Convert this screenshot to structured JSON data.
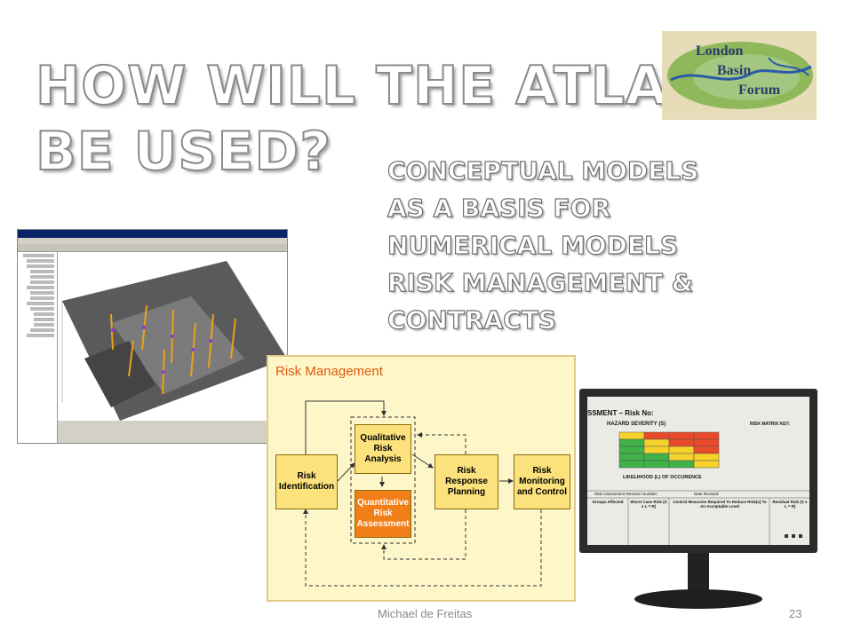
{
  "slide": {
    "title_lines": [
      "HOW WILL THE ATLAS",
      "BE USED?"
    ],
    "bullets": [
      "CONCEPTUAL MODELS",
      "AS A BASIS FOR",
      "NUMERICAL MODELS",
      "RISK MANAGEMENT &",
      "CONTRACTS"
    ],
    "footer_author": "Michael de Freitas",
    "page_number": "23"
  },
  "logo": {
    "line1": "London",
    "line2": "Basin",
    "line3": "Forum"
  },
  "risk_diagram": {
    "title": "Risk Management",
    "boxes": {
      "identification": "Risk Identification",
      "qualitative": "Qualitative Risk Analysis",
      "quantitative": "Quantitative Risk Assessment",
      "response": "Risk Response Planning",
      "monitoring": "Risk Monitoring and Control"
    }
  },
  "monitor_screen": {
    "header": "SSMENT – Risk No:",
    "hazard_label": "HAZARD SEVERITY (S)",
    "matrix_key": "RISK MATRIX KEY:",
    "likelihood_label": "LIKELIHOOD (L) OF OCCURENCE",
    "revision_label": "Risk Assessment Revision Number:",
    "date_label": "Date Revised:",
    "col_groups": "Groups Affected",
    "col_worst": "Worst Case Risk (S x L = R)",
    "col_measures": "Control Measures Required To Reduce Risk(s) To An Acceptable Level",
    "col_residual": "Residual Risk (S x L = R)"
  },
  "colors": {
    "accent": "#f07f1a",
    "box_yellow": "#fbe27c",
    "panel_bg": "#fdf6c8"
  }
}
